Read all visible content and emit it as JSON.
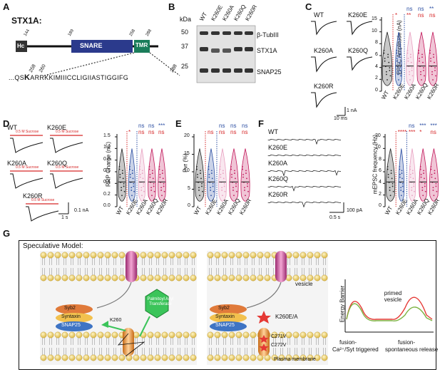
{
  "panels": {
    "A": "A",
    "B": "B",
    "C": "C",
    "D": "D",
    "E": "E",
    "F": "F",
    "G": "G"
  },
  "colors": {
    "red": "#d62728",
    "blue": "#2c4fa3",
    "snare": "#2b3a8c",
    "tmr": "#1a7d5a",
    "pink": "#c2185b"
  },
  "A": {
    "title": "STX1A:",
    "hc": "Hc",
    "snare": "SNARE",
    "tmr": "TMR",
    "pos": [
      "144",
      "189",
      "258",
      "288"
    ],
    "seq_pos": [
      "258",
      "260",
      "288"
    ],
    "seq_prefix": "...QS",
    "seq_k": "K",
    "seq_rest": "ARRKKIMIIICCLIGIIASTIGGIFG"
  },
  "B": {
    "kda": "kDa",
    "markers": [
      "50",
      "37",
      "25"
    ],
    "lanes": [
      "WT",
      "K260E",
      "K260A",
      "K260Q",
      "K260R"
    ],
    "bands": [
      "β-TubIII",
      "STX1A",
      "SNAP25"
    ]
  },
  "C": {
    "traces": [
      "WT",
      "K260E",
      "K260A",
      "K260Q",
      "K260R"
    ],
    "scale_y": "1 nA",
    "scale_x": "10 ms",
    "ylabel": "EPSC Amplitude (nA)",
    "yticks": [
      "0",
      "2",
      "4",
      "6",
      "8",
      "10",
      "15"
    ],
    "xcats": [
      "WT",
      "K260E",
      "K260A",
      "K260Q",
      "K260R"
    ],
    "sig_top": [
      "ns",
      "ns",
      "**"
    ],
    "sig_red": [
      "*",
      "**",
      "ns",
      "ns"
    ]
  },
  "D": {
    "traces": [
      "WT",
      "K260E",
      "K260A",
      "K260Q",
      "K260R"
    ],
    "sucrose": "0.5 M Sucrose",
    "scale_y": "0.1 nA",
    "scale_x": "1 s",
    "ylabel": "RRP Charge (nC)",
    "yticks": [
      "0.0",
      "0.2",
      "0.4",
      "0.6",
      "0.8",
      "1.0",
      "1.5"
    ],
    "xcats": [
      "WT",
      "K260E",
      "K260A",
      "K260Q",
      "K260R"
    ],
    "sig_top": [
      "ns",
      "ns",
      "***"
    ],
    "sig_red": [
      "*",
      "ns",
      "ns",
      "ns"
    ]
  },
  "E": {
    "ylabel": "Pvr (%)",
    "yticks": [
      "0",
      "5",
      "10",
      "15",
      "20"
    ],
    "xcats": [
      "WT",
      "K260E",
      "K260A",
      "K260Q",
      "K260R"
    ],
    "sig_top": [
      "ns",
      "ns",
      "ns"
    ],
    "sig_red": [
      "ns",
      "ns",
      "ns",
      "ns"
    ]
  },
  "F": {
    "traces": [
      "WT",
      "K260E",
      "K260A",
      "K260Q",
      "K260R"
    ],
    "scale_y": "100 pA",
    "scale_x": "0.5 s",
    "ylabel": "mEPSC frequency (Hz)",
    "yticks": [
      "0",
      "2",
      "4",
      "6",
      "8",
      "10",
      "20"
    ],
    "xcats": [
      "WT",
      "K260E",
      "K260A",
      "K260Q",
      "K260R"
    ],
    "sig_top": [
      "ns",
      "***",
      "***"
    ],
    "sig_red": [
      "****",
      "***",
      "*",
      "ns"
    ]
  },
  "G": {
    "title": "Speculative Model:",
    "syb2": "Syb2",
    "syntaxin": "Syntaxin",
    "snap25": "SNAP25",
    "k260": "K260",
    "pat": "Palmitoyl Acyl Transferase",
    "vesicle": "vesicle",
    "k260ea": "K260E/A",
    "c271": "C271V",
    "c272": "C272V",
    "pm": "Plasma membrane",
    "energy_ylabel": "Energy Barrier",
    "primed": "primed vesicle",
    "fusion_left": "fusion-",
    "fusion_left_sub": "Ca²⁺/Syt triggered",
    "fusion_right": "fusion-",
    "fusion_right_sub": "spontaneous release"
  }
}
